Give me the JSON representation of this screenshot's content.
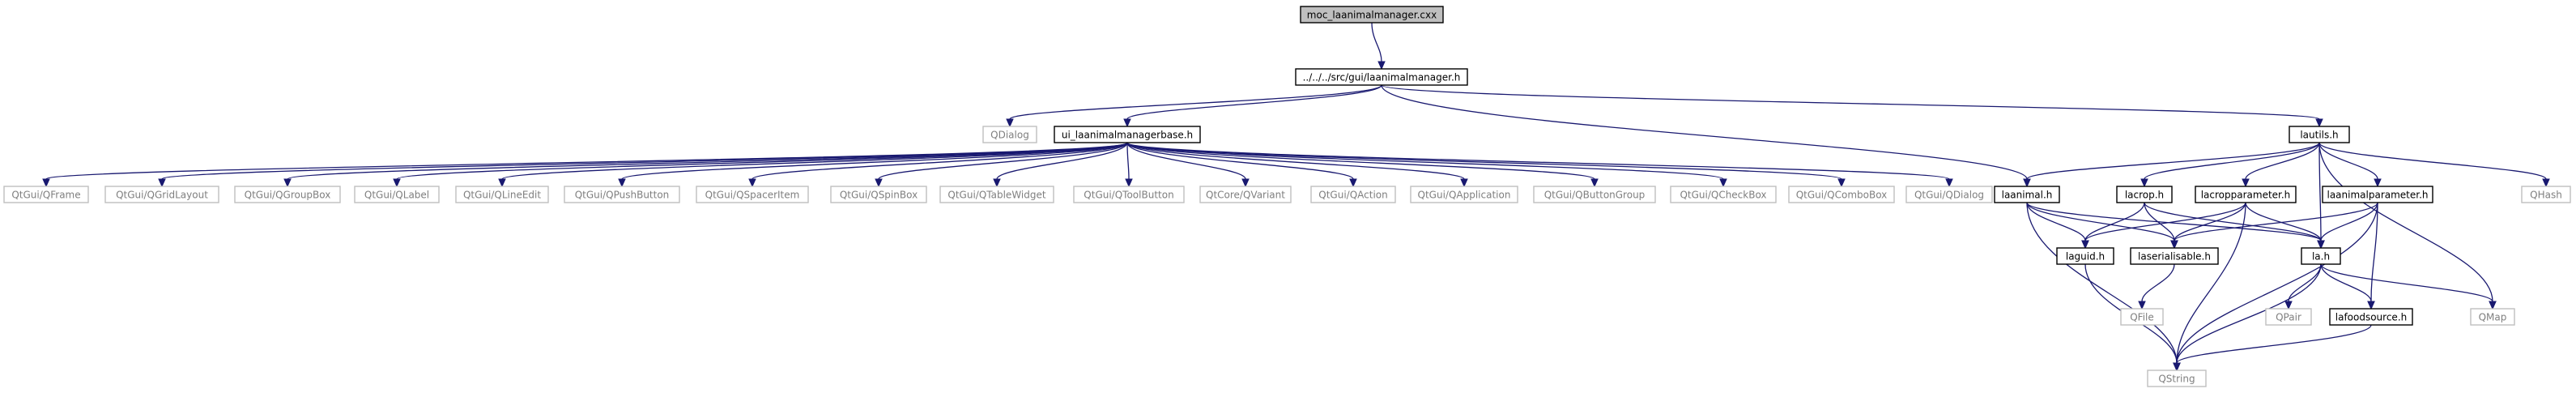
{
  "diagram": {
    "nodes": [
      {
        "id": "moc",
        "label": "moc_laanimalmanager.cxx",
        "kind": "root"
      },
      {
        "id": "src",
        "label": "../../../src/gui/laanimalmanager.h",
        "kind": "internal"
      },
      {
        "id": "qdialog",
        "label": "QDialog",
        "kind": "external"
      },
      {
        "id": "uibase",
        "label": "ui_laanimalmanagerbase.h",
        "kind": "internal"
      },
      {
        "id": "lautils",
        "label": "lautils.h",
        "kind": "internal"
      },
      {
        "id": "qframe",
        "label": "QtGui/QFrame",
        "kind": "external"
      },
      {
        "id": "qgridlayout",
        "label": "QtGui/QGridLayout",
        "kind": "external"
      },
      {
        "id": "qgroupbox",
        "label": "QtGui/QGroupBox",
        "kind": "external"
      },
      {
        "id": "qlabel",
        "label": "QtGui/QLabel",
        "kind": "external"
      },
      {
        "id": "qlineedit",
        "label": "QtGui/QLineEdit",
        "kind": "external"
      },
      {
        "id": "qpushbutton",
        "label": "QtGui/QPushButton",
        "kind": "external"
      },
      {
        "id": "qspaceritem",
        "label": "QtGui/QSpacerItem",
        "kind": "external"
      },
      {
        "id": "qspinbox",
        "label": "QtGui/QSpinBox",
        "kind": "external"
      },
      {
        "id": "qtablewidget",
        "label": "QtGui/QTableWidget",
        "kind": "external"
      },
      {
        "id": "qtoolbutton",
        "label": "QtGui/QToolButton",
        "kind": "external"
      },
      {
        "id": "qvariant",
        "label": "QtCore/QVariant",
        "kind": "external"
      },
      {
        "id": "qaction",
        "label": "QtGui/QAction",
        "kind": "external"
      },
      {
        "id": "qapplication",
        "label": "QtGui/QApplication",
        "kind": "external"
      },
      {
        "id": "qbuttongroup",
        "label": "QtGui/QButtonGroup",
        "kind": "external"
      },
      {
        "id": "qcheckbox",
        "label": "QtGui/QCheckBox",
        "kind": "external"
      },
      {
        "id": "qcombobox",
        "label": "QtGui/QComboBox",
        "kind": "external"
      },
      {
        "id": "qtdialog",
        "label": "QtGui/QDialog",
        "kind": "external"
      },
      {
        "id": "laanimal",
        "label": "laanimal.h",
        "kind": "internal"
      },
      {
        "id": "lacrop",
        "label": "lacrop.h",
        "kind": "internal"
      },
      {
        "id": "lacropparameter",
        "label": "lacropparameter.h",
        "kind": "internal"
      },
      {
        "id": "laanimalparameter",
        "label": "laanimalparameter.h",
        "kind": "internal"
      },
      {
        "id": "qhash",
        "label": "QHash",
        "kind": "external"
      },
      {
        "id": "laguid",
        "label": "laguid.h",
        "kind": "internal"
      },
      {
        "id": "laserialisable",
        "label": "laserialisable.h",
        "kind": "internal"
      },
      {
        "id": "la",
        "label": "la.h",
        "kind": "internal"
      },
      {
        "id": "qfile",
        "label": "QFile",
        "kind": "external"
      },
      {
        "id": "qpair",
        "label": "QPair",
        "kind": "external"
      },
      {
        "id": "lafoodsource",
        "label": "lafoodsource.h",
        "kind": "internal"
      },
      {
        "id": "qmap",
        "label": "QMap",
        "kind": "external"
      },
      {
        "id": "qstring",
        "label": "QString",
        "kind": "external"
      }
    ],
    "edges": [
      [
        "moc",
        "src"
      ],
      [
        "src",
        "qdialog"
      ],
      [
        "src",
        "uibase"
      ],
      [
        "src",
        "lautils"
      ],
      [
        "src",
        "laanimal"
      ],
      [
        "uibase",
        "qframe"
      ],
      [
        "uibase",
        "qgridlayout"
      ],
      [
        "uibase",
        "qgroupbox"
      ],
      [
        "uibase",
        "qlabel"
      ],
      [
        "uibase",
        "qlineedit"
      ],
      [
        "uibase",
        "qpushbutton"
      ],
      [
        "uibase",
        "qspaceritem"
      ],
      [
        "uibase",
        "qspinbox"
      ],
      [
        "uibase",
        "qtablewidget"
      ],
      [
        "uibase",
        "qtoolbutton"
      ],
      [
        "uibase",
        "qvariant"
      ],
      [
        "uibase",
        "qaction"
      ],
      [
        "uibase",
        "qapplication"
      ],
      [
        "uibase",
        "qbuttongroup"
      ],
      [
        "uibase",
        "qcheckbox"
      ],
      [
        "uibase",
        "qcombobox"
      ],
      [
        "uibase",
        "qtdialog"
      ],
      [
        "lautils",
        "laanimal"
      ],
      [
        "lautils",
        "lacrop"
      ],
      [
        "lautils",
        "lacropparameter"
      ],
      [
        "lautils",
        "laanimalparameter"
      ],
      [
        "lautils",
        "la"
      ],
      [
        "lautils",
        "qhash"
      ],
      [
        "lautils",
        "qmap"
      ],
      [
        "laanimal",
        "laguid"
      ],
      [
        "laanimal",
        "laserialisable"
      ],
      [
        "laanimal",
        "la"
      ],
      [
        "laanimal",
        "qstring"
      ],
      [
        "lacrop",
        "laguid"
      ],
      [
        "lacrop",
        "laserialisable"
      ],
      [
        "lacrop",
        "la"
      ],
      [
        "lacropparameter",
        "laguid"
      ],
      [
        "lacropparameter",
        "laserialisable"
      ],
      [
        "lacropparameter",
        "la"
      ],
      [
        "lacropparameter",
        "qstring"
      ],
      [
        "laanimalparameter",
        "laserialisable"
      ],
      [
        "laanimalparameter",
        "la"
      ],
      [
        "laanimalparameter",
        "lafoodsource"
      ],
      [
        "laanimalparameter",
        "qstring"
      ],
      [
        "laguid",
        "qstring"
      ],
      [
        "laserialisable",
        "qfile"
      ],
      [
        "la",
        "qstring"
      ],
      [
        "la",
        "qpair"
      ],
      [
        "la",
        "lafoodsource"
      ],
      [
        "la",
        "qmap"
      ],
      [
        "lafoodsource",
        "qstring"
      ]
    ]
  }
}
